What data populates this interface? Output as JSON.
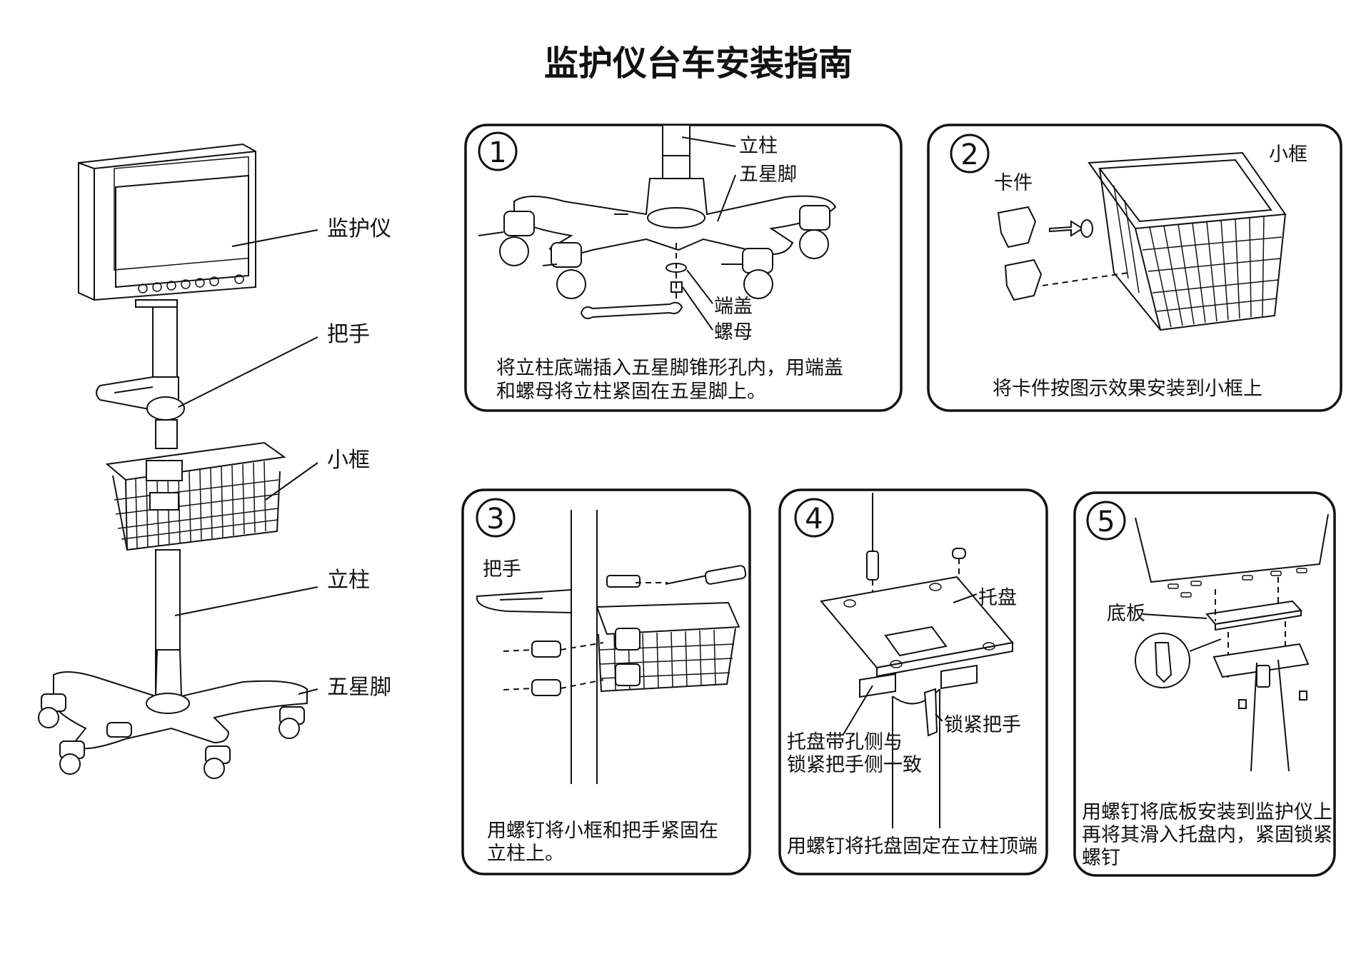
{
  "title": "监护仪台车安装指南",
  "overview": {
    "labels": {
      "monitor": "监护仪",
      "handle": "把手",
      "basket": "小框",
      "pole": "立柱",
      "base": "五星脚"
    }
  },
  "steps": [
    {
      "number": "1",
      "labels": {
        "pole": "立柱",
        "base": "五星脚",
        "cap": "端盖",
        "nut": "螺母"
      },
      "caption": [
        "将立柱底端插入五星脚锥形孔内，用端盖",
        "和螺母将立柱紧固在五星脚上。"
      ]
    },
    {
      "number": "2",
      "labels": {
        "clip": "卡件",
        "basket": "小框"
      },
      "caption": [
        "将卡件按图示效果安装到小框上"
      ]
    },
    {
      "number": "3",
      "labels": {
        "handle": "把手"
      },
      "caption": [
        "用螺钉将小框和把手紧固在",
        "立柱上。"
      ]
    },
    {
      "number": "4",
      "labels": {
        "tray": "托盘",
        "align1": "托盘带孔侧与",
        "align2": "锁紧把手侧一致",
        "lock": "锁紧把手"
      },
      "caption": [
        "用螺钉将托盘固定在立柱顶端"
      ]
    },
    {
      "number": "5",
      "labels": {
        "plate": "底板"
      },
      "caption": [
        "用螺钉将底板安装到监护仪上",
        "再将其滑入托盘内，紧固锁紧",
        "螺钉"
      ]
    }
  ]
}
